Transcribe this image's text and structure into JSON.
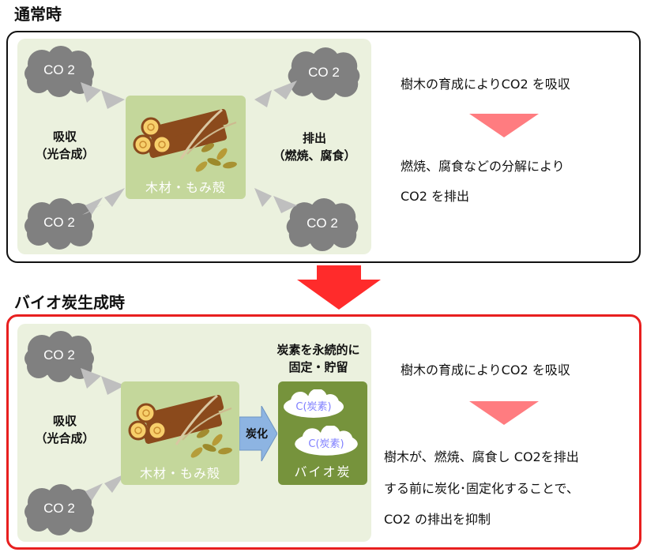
{
  "section1": {
    "title": "通常時",
    "co2_label": "CO 2",
    "absorb_label_1": "吸収",
    "absorb_label_2": "（光合成）",
    "wood_label": "木材・もみ殻",
    "emit_label_1": "排出",
    "emit_label_2": "（燃焼、腐食）",
    "text_absorb": "樹木の育成によりCO2 を吸収",
    "text_decomp_1": "燃焼、腐食などの分解により",
    "text_decomp_2": "CO2 を排出"
  },
  "section2": {
    "title": "バイオ炭生成時",
    "co2_label": "CO 2",
    "absorb_label_1": "吸収",
    "absorb_label_2": "（光合成）",
    "wood_label": "木材・もみ殻",
    "carbonize_label": "炭化",
    "fix_label_1": "炭素を永続的に",
    "fix_label_2": "固定・貯留",
    "carbon_label": "C(炭素)",
    "biochar_label": "バイオ炭",
    "text_absorb": "樹木の育成によりCO2 を吸収",
    "text_fix_1": "樹木が、燃焼、腐食し CO2を排出",
    "text_fix_2": "する前に炭化･固定化することで、",
    "text_fix_3": "CO2 の排出を抑制"
  },
  "colors": {
    "panel_bg": "#ebf1de",
    "wood_bg": "#c4d79b",
    "biochar_bg": "#76933c",
    "cloud": "#808080",
    "chevron": "#bfbfbf",
    "pink_triangle": "#ff7c80",
    "red_arrow": "#ff2b2b",
    "red_border": "#e81f1f",
    "carbonize_arrow": "#8db4e2"
  }
}
